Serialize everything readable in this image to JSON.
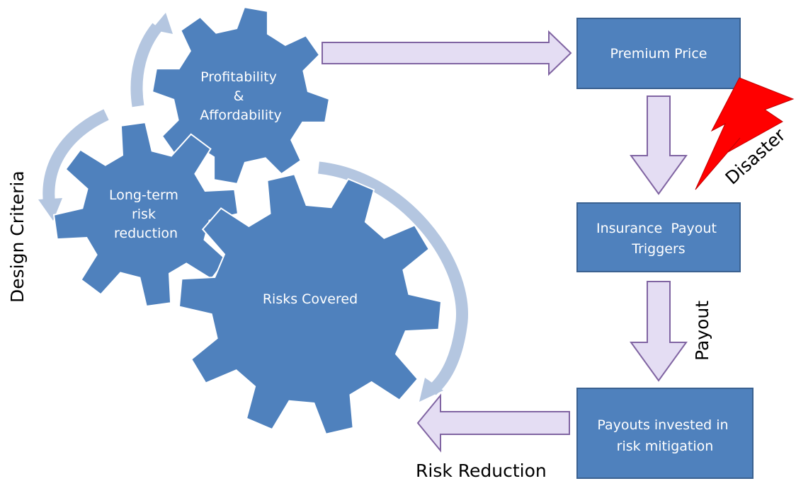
{
  "gears": {
    "profitability": [
      "Profitability",
      "&",
      "Affordability"
    ],
    "long_term": [
      "Long-term",
      "risk",
      "reduction"
    ],
    "risks": [
      "Risks Covered"
    ]
  },
  "boxes": {
    "premium": [
      "Premium Price"
    ],
    "payout_triggers": [
      "Insurance  Payout",
      "Triggers"
    ],
    "invested": [
      "Payouts invested in",
      "risk mitigation"
    ]
  },
  "labels": {
    "design_criteria": "Design Criteria",
    "disaster": "Disaster",
    "payout": "Payout",
    "risk_reduction": "Risk Reduction"
  },
  "colors": {
    "gear_fill": "#4F81BD",
    "box_fill": "#4F81BD",
    "block_arrow_fill": "#E4DDF3",
    "block_arrow_stroke": "#8064A2",
    "cycle_arrow": "#B4C6E0",
    "bolt": "#FF0000"
  }
}
